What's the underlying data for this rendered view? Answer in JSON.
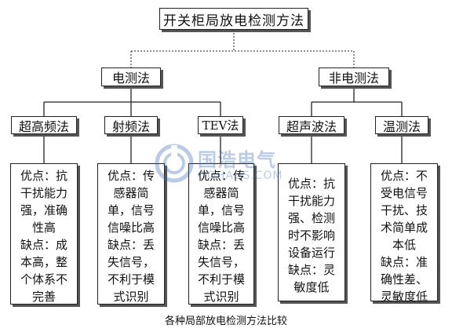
{
  "title": "开关柜局放电检测方法",
  "categories": {
    "electrical": "电测法",
    "non_electrical": "非电测法"
  },
  "methods": [
    {
      "name": "超高频法",
      "desc": [
        "优点：抗",
        "干扰能力",
        "强，准确",
        "性高",
        "缺点：成",
        "本高，整",
        "个体系不",
        "完善"
      ]
    },
    {
      "name": "射频法",
      "desc": [
        "优点：传",
        "感器简",
        "单，信号",
        "信噪比高",
        "缺点：丢",
        "失信号，",
        "不利于模",
        "式识别"
      ]
    },
    {
      "name": "TEV法",
      "desc": [
        "优点：传",
        "感器简",
        "单，信号",
        "信噪比高",
        "缺点：丢",
        "失信号，",
        "不利于模",
        "式识别"
      ]
    },
    {
      "name": "超声波法",
      "desc": [
        "优点：抗",
        "干扰能力",
        "强、检测",
        "时不影响",
        "设备运行",
        "缺点：灵",
        "敏度低"
      ]
    },
    {
      "name": "温测法",
      "desc": [
        "优点：不",
        "受电信号",
        "干扰、技",
        "术简单成",
        "本低",
        "缺点：准",
        "确性差、",
        "灵敏度低"
      ]
    }
  ],
  "caption": "各种局部放电检测方法比较",
  "watermark": {
    "cn": "国浩电气",
    "en": "GOHAUS.COM"
  }
}
